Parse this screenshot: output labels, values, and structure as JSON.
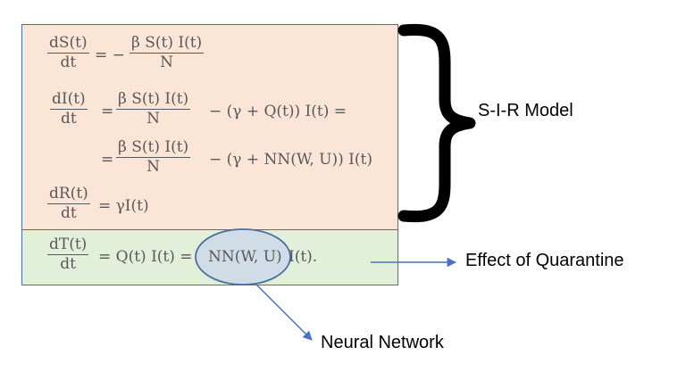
{
  "labels": {
    "sir_model": "S-I-R Model",
    "quarantine_effect": "Effect of Quarantine",
    "neural_network": "Neural Network"
  },
  "equations": {
    "eq1": {
      "num": "dS(t)",
      "den": "dt",
      "rhs_prefix": "= −",
      "rhs_num": "β S(t) I(t)",
      "rhs_den": "N"
    },
    "eq2": {
      "num": "dI(t)",
      "den": "dt",
      "eq": "=",
      "rhs_num": "β S(t) I(t)",
      "rhs_den": "N",
      "rhs_tail": "− (γ + Q(t)) I(t) ="
    },
    "eq3": {
      "eq": "=",
      "rhs_num": "β S(t) I(t)",
      "rhs_den": "N",
      "rhs_tail": "− (γ + NN(W, U)) I(t)"
    },
    "eq4": {
      "num": "dR(t)",
      "den": "dt",
      "rhs": "= γI(t)"
    },
    "eq5": {
      "num": "dT(t)",
      "den": "dt",
      "rhs_start": "= Q(t) I(t) =",
      "rhs_nn": "NN(W, U)",
      "rhs_end": "I(t)."
    }
  },
  "colors": {
    "sir_box": "#fbe5d6",
    "quarantine_box": "#e2f0d9",
    "border": "#4a6fa5",
    "arrow": "#4472c4",
    "ellipse_fill": "#c9d7ea"
  }
}
